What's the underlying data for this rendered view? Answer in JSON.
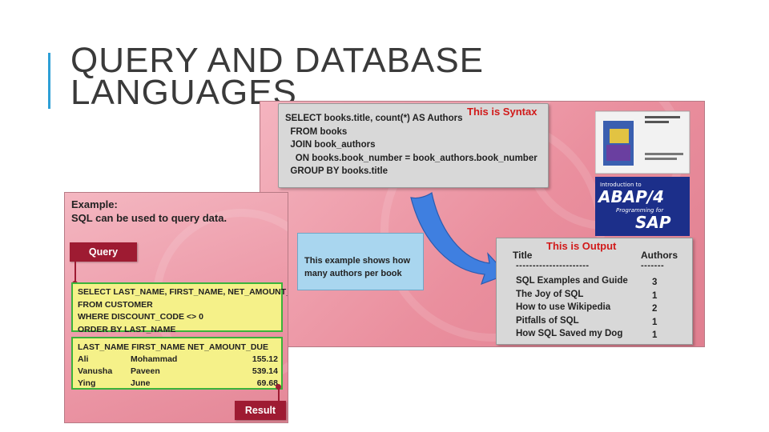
{
  "slide": {
    "title_line1": "QUERY AND DATABASE",
    "title_line2": "LANGUAGES",
    "accent_color": "#2e9fd6"
  },
  "right_panel": {
    "syntax_label": "This is Syntax",
    "syntax_lines": [
      "SELECT books.title, count(*) AS Authors",
      "  FROM books",
      "  JOIN book_authors",
      "    ON books.book_number = book_authors.book_number",
      "  GROUP BY books.title"
    ],
    "example_note": "This example shows how many authors per book",
    "book_cover_title": "ABAP/4",
    "book_cover_intro": "Introduction to",
    "book_cover_sub": "SAP",
    "book_cover_prog": "Programming for",
    "output_label": "This is Output",
    "output_headers": [
      "Title",
      "Authors"
    ],
    "output_dashes": [
      "----------------------",
      "-------"
    ],
    "output_rows": [
      {
        "title": "SQL Examples and Guide",
        "authors": "3"
      },
      {
        "title": "The Joy of SQL",
        "authors": "1"
      },
      {
        "title": "How to use Wikipedia",
        "authors": "2"
      },
      {
        "title": "Pitfalls of SQL",
        "authors": "1"
      },
      {
        "title": "How SQL Saved my Dog",
        "authors": "1"
      }
    ]
  },
  "left_panel": {
    "heading_line1": "Example:",
    "heading_line2": "SQL can be used to query data.",
    "query_label": "Query",
    "result_label": "Result",
    "query_lines": [
      "SELECT LAST_NAME, FIRST_NAME, NET_AMOUNT_DUE",
      "FROM CUSTOMER",
      "WHERE DISCOUNT_CODE <> 0",
      "ORDER BY LAST_NAME"
    ],
    "result_header": "LAST_NAME FIRST_NAME NET_AMOUNT_DUE",
    "result_rows": [
      {
        "last": "Ali",
        "first": "Mohammad",
        "amount": "155.12"
      },
      {
        "last": "Vanusha",
        "first": "Paveen",
        "amount": "539.14"
      },
      {
        "last": "Ying",
        "first": "June",
        "amount": "69.68"
      }
    ]
  },
  "colors": {
    "panel_pink": "#ec97a6",
    "label_red": "#d11a1a",
    "tag_maroon": "#9e1b32",
    "highlight_yellow": "#f5f189",
    "highlight_border": "#3bb33b",
    "note_blue": "#a9d6ef",
    "arrow_blue": "#3f7fe0"
  }
}
